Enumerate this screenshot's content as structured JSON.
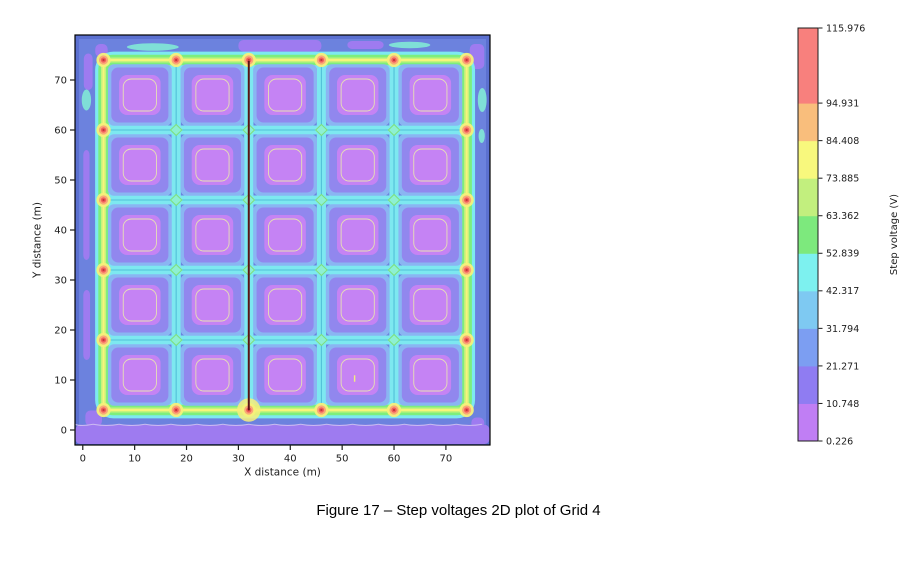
{
  "figure": {
    "caption": "Figure 17 – Step voltages 2D plot of Grid 4"
  },
  "chart_data": {
    "type": "heatmap",
    "variant": "filled-contour",
    "title": "",
    "xlabel": "X distance (m)",
    "ylabel": "Y distance (m)",
    "xticks": [
      0,
      10,
      20,
      30,
      40,
      50,
      60,
      70
    ],
    "yticks": [
      0,
      10,
      20,
      30,
      40,
      50,
      60,
      70
    ],
    "xlim": [
      -1.5,
      78.5
    ],
    "ylim": [
      -3,
      79
    ],
    "grid": {
      "extent": [
        4,
        74
      ],
      "conductors": [
        4,
        18,
        32,
        46,
        60,
        74
      ],
      "mesh_cells": "5 x 5",
      "spacing_m": 14,
      "profile_line_x": 32,
      "profile_line_span": [
        4.0,
        73.8
      ],
      "marker_point": [
        52.4,
        10.3
      ]
    },
    "colorbar": {
      "label": "Step voltage (V)",
      "tick_values": [
        0.226,
        10.748,
        21.271,
        31.794,
        42.317,
        52.839,
        63.362,
        73.885,
        84.408,
        94.931,
        115.976
      ],
      "segment_colors": [
        "#c07ef4",
        "#8f7cf2",
        "#7c9ef2",
        "#7ec9f2",
        "#7df1ef",
        "#7de97d",
        "#c2ef7e",
        "#f8f87d",
        "#f9be7c",
        "#f8807d"
      ]
    },
    "palette": {
      "field": "#6c82de",
      "field_edge": "#5b70d0",
      "corner_patch": "#a17af0",
      "halo_cyan": "#7de9f0",
      "halo_green": "#7dee7d",
      "halo_yellow_green": "#c6f27c",
      "halo_yellow": "#f7f47b",
      "conductor_aqua": "#7de8f0",
      "conductor_sky": "#8ab5f2",
      "conductor_teal": "#52c0d8",
      "cell_ring": "#9187ee",
      "cell_core": "#c583f4",
      "cell_contour": "#e6e0b4",
      "diamond_fill": "#8df0d2",
      "diamond_edge": "#7fe07c",
      "node_glow": "#f7f07a",
      "node_orange": "#f9a878",
      "node_red": "#f25f5c",
      "node_core": "#bf3a3a",
      "profile_line": "#5a1414",
      "marker": "#f2ee7e",
      "sliver_cyan": "#82e9d6",
      "bottom_wave": "#cfc0f2",
      "axis": "#1c1c1c",
      "frame": "#000000"
    },
    "decor": {
      "violet_patches": [
        [
          -1.4,
          -2.8,
          78.4,
          1.05
        ],
        [
          0.2,
          68,
          1.9,
          75.3
        ],
        [
          2.4,
          74.6,
          4.8,
          77.2
        ],
        [
          74.6,
          72.2,
          77.4,
          77.2
        ],
        [
          30,
          75.7,
          46,
          78
        ],
        [
          51,
          76.2,
          58,
          77.8
        ],
        [
          0.5,
          0.8,
          3.7,
          3.9
        ],
        [
          74.9,
          0.3,
          77.4,
          2.5
        ],
        [
          0.1,
          14,
          1.4,
          28
        ],
        [
          0.1,
          34,
          1.3,
          56
        ]
      ],
      "cyan_slivers": [
        [
          13.5,
          76.6,
          5,
          0.75
        ],
        [
          63,
          77,
          4,
          0.65
        ],
        [
          77,
          66,
          0.85,
          2.4
        ],
        [
          76.9,
          58.8,
          0.6,
          1.4
        ],
        [
          0.7,
          66,
          0.9,
          2.1
        ]
      ],
      "bottom_wave_y": 1.15
    }
  }
}
